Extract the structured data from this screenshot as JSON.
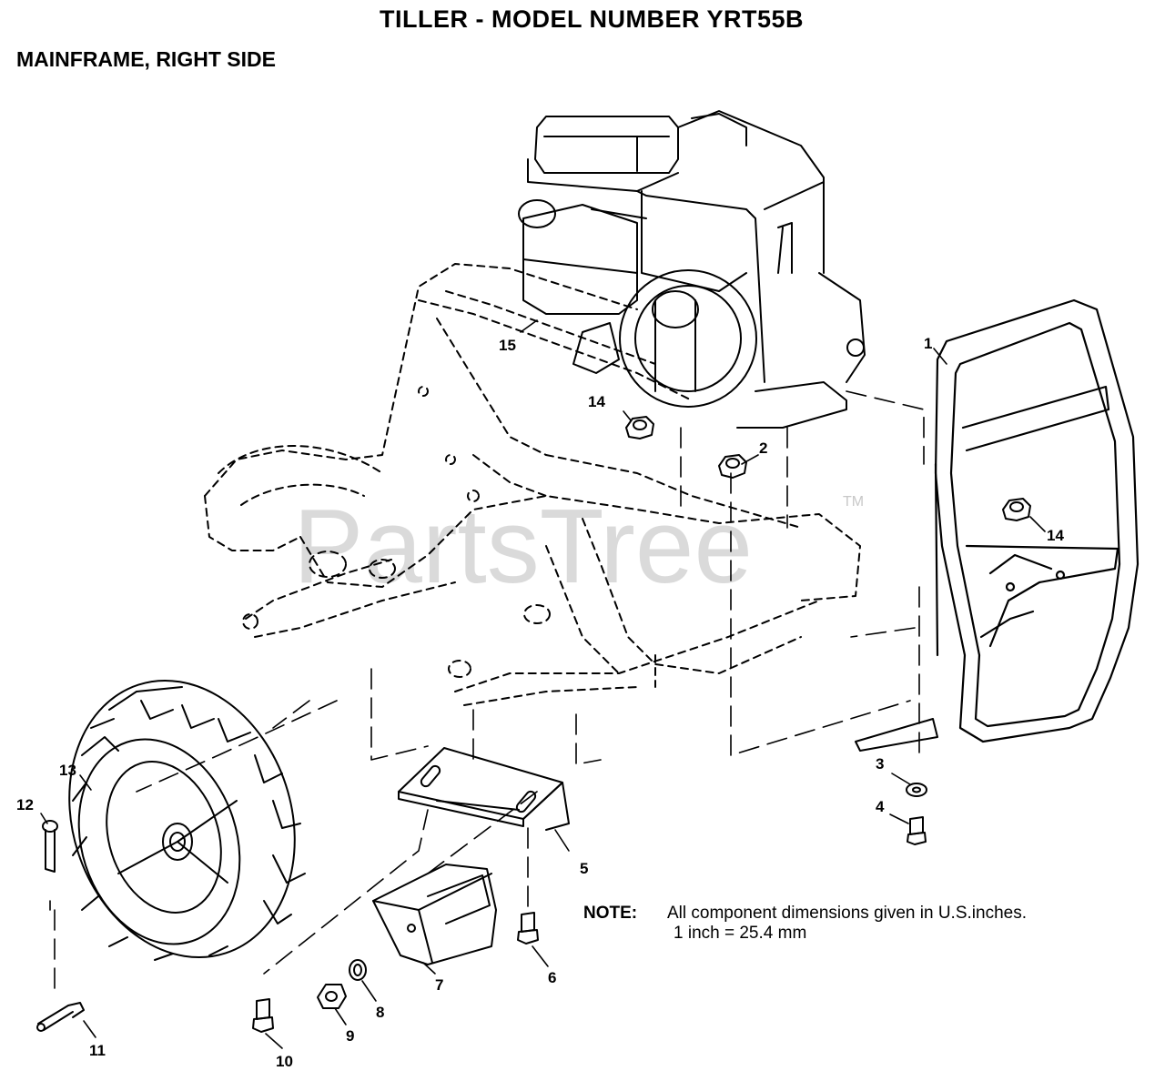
{
  "header": {
    "title": "TILLER - MODEL NUMBER YRT55B",
    "subtitle": "MAINFRAME, RIGHT SIDE"
  },
  "watermark": {
    "text": "PartsTree",
    "mark": "TM"
  },
  "note": {
    "label": "NOTE:",
    "line1": "All component dimensions given in U.S.inches.",
    "line2": "1 inch = 25.4 mm"
  },
  "callouts": {
    "c1": "1",
    "c2": "2",
    "c3": "3",
    "c4": "4",
    "c5": "5",
    "c6": "6",
    "c7": "7",
    "c8": "8",
    "c9": "9",
    "c10": "10",
    "c11": "11",
    "c12": "12",
    "c13": "13",
    "c14a": "14",
    "c14b": "14",
    "c15": "15"
  }
}
